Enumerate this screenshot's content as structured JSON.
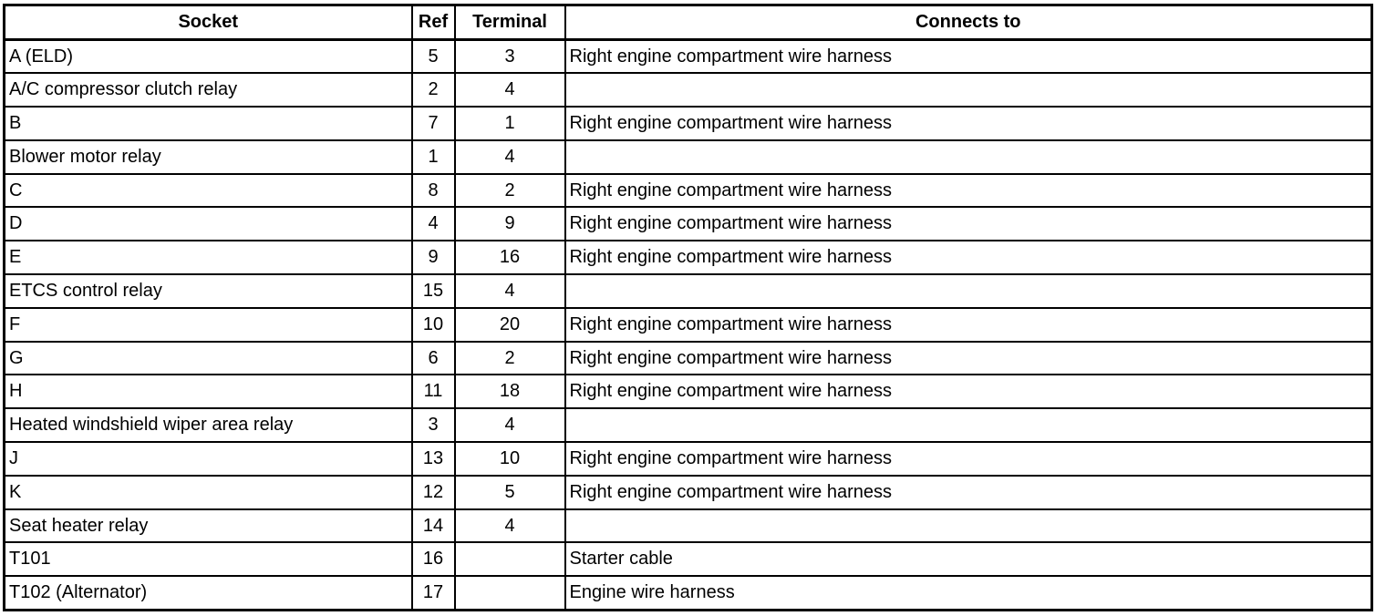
{
  "table": {
    "columns": [
      {
        "key": "socket",
        "label": "Socket",
        "align": "left"
      },
      {
        "key": "ref",
        "label": "Ref",
        "align": "center"
      },
      {
        "key": "terminal",
        "label": "Terminal",
        "align": "center"
      },
      {
        "key": "connects",
        "label": "Connects to",
        "align": "left"
      }
    ],
    "rows": [
      {
        "socket": "A (ELD)",
        "ref": "5",
        "terminal": "3",
        "connects": "Right engine compartment wire harness"
      },
      {
        "socket": "A/C compressor clutch relay",
        "ref": "2",
        "terminal": "4",
        "connects": ""
      },
      {
        "socket": "B",
        "ref": "7",
        "terminal": "1",
        "connects": "Right engine compartment wire harness"
      },
      {
        "socket": "Blower motor relay",
        "ref": "1",
        "terminal": "4",
        "connects": ""
      },
      {
        "socket": "C",
        "ref": "8",
        "terminal": "2",
        "connects": "Right engine compartment wire harness"
      },
      {
        "socket": "D",
        "ref": "4",
        "terminal": "9",
        "connects": "Right engine compartment wire harness"
      },
      {
        "socket": "E",
        "ref": "9",
        "terminal": "16",
        "connects": "Right engine compartment wire harness"
      },
      {
        "socket": "ETCS control relay",
        "ref": "15",
        "terminal": "4",
        "connects": ""
      },
      {
        "socket": "F",
        "ref": "10",
        "terminal": "20",
        "connects": "Right engine compartment wire harness"
      },
      {
        "socket": "G",
        "ref": "6",
        "terminal": "2",
        "connects": "Right engine compartment wire harness"
      },
      {
        "socket": "H",
        "ref": "11",
        "terminal": "18",
        "connects": "Right engine compartment wire harness"
      },
      {
        "socket": "Heated windshield wiper area relay",
        "ref": "3",
        "terminal": "4",
        "connects": ""
      },
      {
        "socket": "J",
        "ref": "13",
        "terminal": "10",
        "connects": "Right engine compartment wire harness"
      },
      {
        "socket": "K",
        "ref": "12",
        "terminal": "5",
        "connects": "Right engine compartment wire harness"
      },
      {
        "socket": "Seat heater relay",
        "ref": "14",
        "terminal": "4",
        "connects": ""
      },
      {
        "socket": "T101",
        "ref": "16",
        "terminal": "",
        "connects": "Starter cable"
      },
      {
        "socket": "T102 (Alternator)",
        "ref": "17",
        "terminal": "",
        "connects": "Engine wire harness"
      }
    ]
  },
  "colors": {
    "border": "#000000",
    "text": "#000000",
    "background": "#ffffff"
  }
}
